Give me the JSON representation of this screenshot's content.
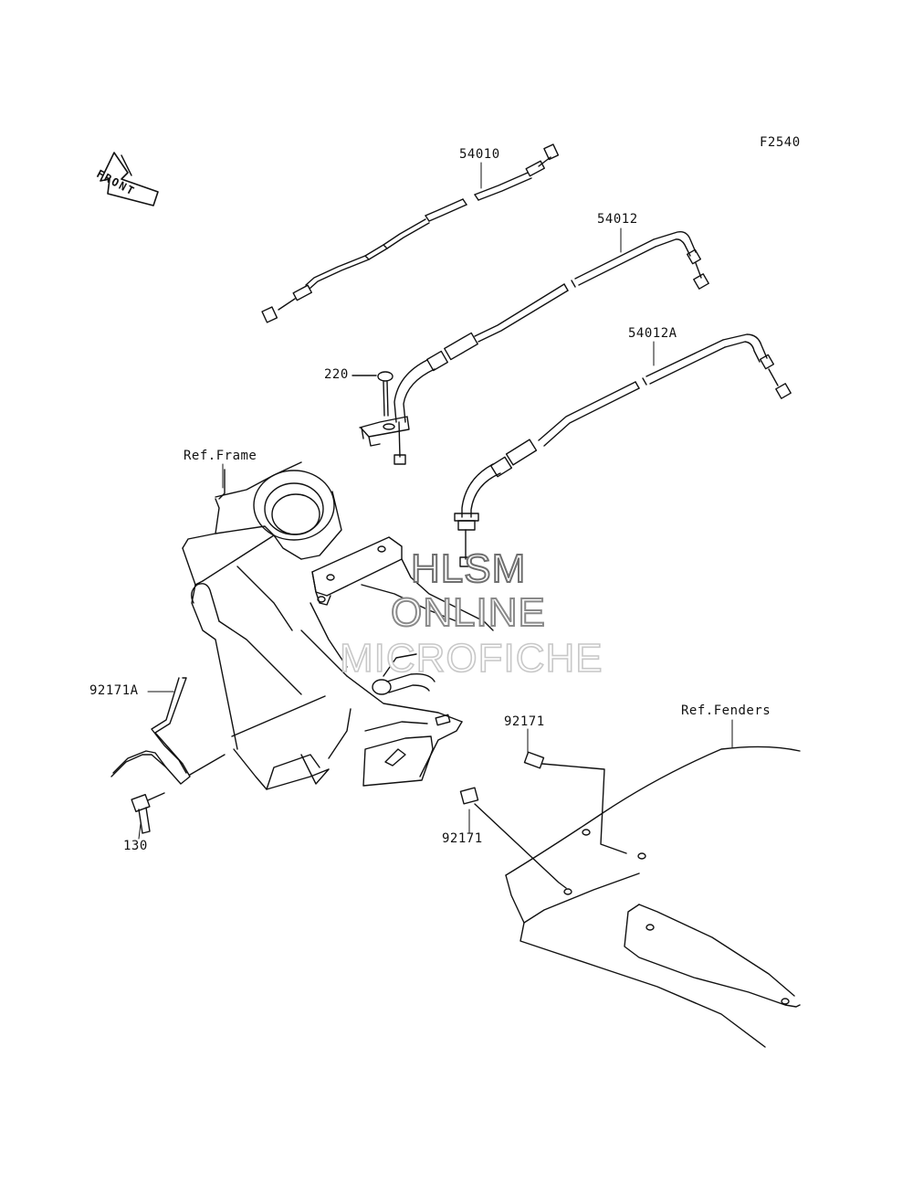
{
  "diagram_code": "F2540",
  "direction_arrow": {
    "label": "FRONT",
    "icon": "front-arrow-icon"
  },
  "callouts": {
    "p54010": "54010",
    "p54012": "54012",
    "p54012a": "54012A",
    "p220": "220",
    "ref_frame": "Ref.Frame",
    "p92171a": "92171A",
    "p130": "130",
    "ref_fenders": "Ref.Fenders",
    "p92171_top": "92171",
    "p92171_bottom": "92171"
  },
  "watermark": {
    "line1": "HLSM",
    "line2": "ONLINE",
    "line3": "MICROFICHE"
  }
}
